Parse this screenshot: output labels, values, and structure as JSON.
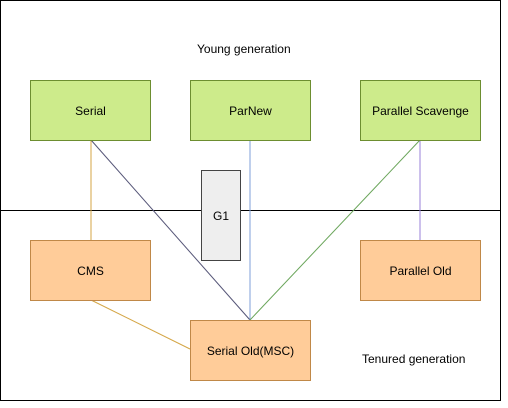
{
  "regions": {
    "young": "Young generation",
    "tenured": "Tenured generation"
  },
  "nodes": {
    "serial": "Serial",
    "parnew": "ParNew",
    "parallel_scavenge": "Parallel Scavenge",
    "g1": "G1",
    "cms": "CMS",
    "parallel_old": "Parallel Old",
    "serial_old": "Serial Old(MSC)"
  },
  "colors": {
    "young_fill": "#cdeb8b",
    "tenured_fill": "#ffcc99",
    "g1_fill": "#eeeeee",
    "edge_serial_cms": "#d4a646",
    "edge_serial_serialold": "#555577",
    "edge_parnew_serialold": "#7f9fd8",
    "edge_ps_serialold": "#6aa55a",
    "edge_ps_parallelold": "#9a80d8",
    "edge_cms_serialold": "#d4a646"
  }
}
